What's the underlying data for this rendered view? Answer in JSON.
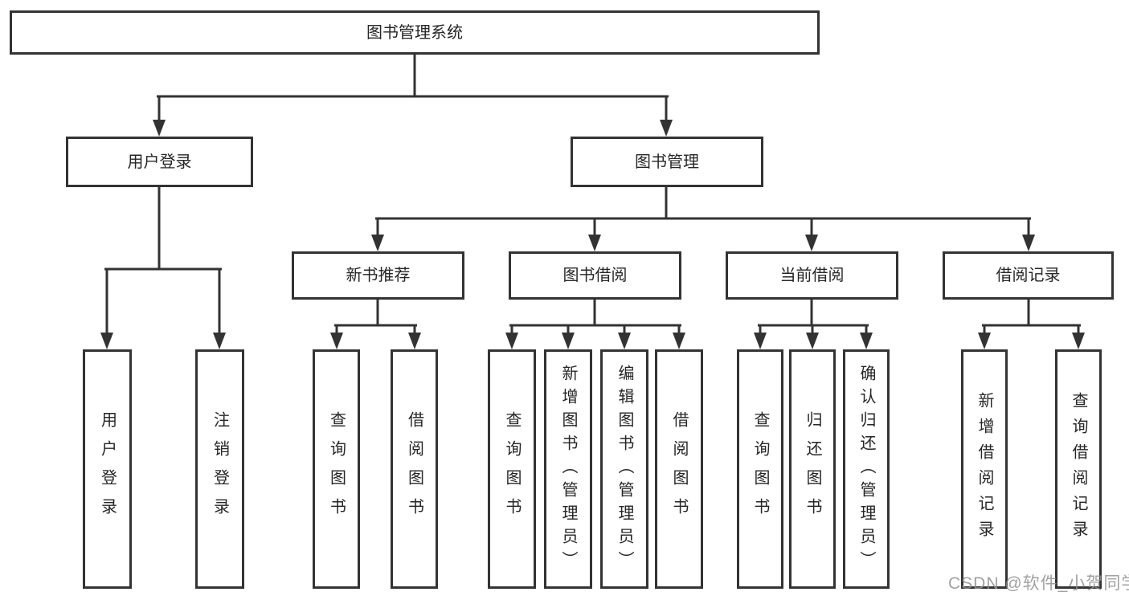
{
  "tree": {
    "root": {
      "label": "图书管理系统"
    },
    "branches": [
      {
        "label": "用户登录",
        "children": [
          {
            "label": "用户登录"
          },
          {
            "label": "注销登录"
          }
        ]
      },
      {
        "label": "图书管理",
        "children": [
          {
            "label": "新书推荐",
            "children": [
              {
                "label": "查询图书"
              },
              {
                "label": "借阅图书"
              }
            ]
          },
          {
            "label": "图书借阅",
            "children": [
              {
                "label": "查询图书"
              },
              {
                "label": "新增图书（管理员）"
              },
              {
                "label": "编辑图书（管理员）"
              },
              {
                "label": "借阅图书"
              }
            ]
          },
          {
            "label": "当前借阅",
            "children": [
              {
                "label": "查询图书"
              },
              {
                "label": "归还图书"
              },
              {
                "label": "确认归还（管理员）"
              }
            ]
          },
          {
            "label": "借阅记录",
            "children": [
              {
                "label": "新增借阅记录"
              },
              {
                "label": "查询借阅记录"
              }
            ]
          }
        ]
      }
    ]
  },
  "watermark": {
    "text": "CSDN @软件_小贺同学"
  },
  "colors": {
    "line": "#333333",
    "box_border": "#333333",
    "text": "#262626",
    "background": "#ffffff",
    "watermark": "#919191"
  }
}
